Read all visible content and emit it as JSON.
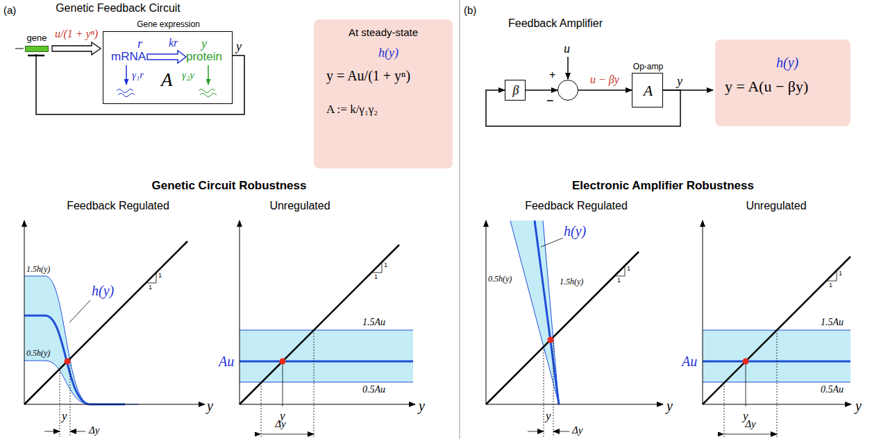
{
  "diagram": {
    "nodes": [
      {
        "text": [
          "gene"
        ]
      },
      {
        "text": [
          "Gene expression",
          "A"
        ]
      },
      {
        "text": [
          "At steady-state",
          "h(y)",
          "y = Au/(1 + yⁿ)",
          "A := k/γ₁γ₂"
        ]
      },
      {
        "text": [
          "β"
        ]
      },
      {
        "text": [
          "+",
          "−"
        ]
      },
      {
        "text": [
          "Op-amp",
          "A"
        ]
      },
      {
        "text": [
          "h(y)",
          "y = A(u − βy)"
        ]
      }
    ],
    "edges": [
      {
        "from": 0,
        "to": 1,
        "arrow": "to",
        "label": "u/(1 + yⁿ)"
      },
      {
        "from": 1,
        "to": 0,
        "arrow": "none"
      },
      {
        "from": 3,
        "to": 4,
        "arrow": "to"
      },
      {
        "from": 4,
        "to": 5,
        "arrow": "to",
        "label": "u − βy"
      },
      {
        "from": 5,
        "to": 3,
        "arrow": "to"
      }
    ],
    "labels": [
      "(a)",
      "Genetic Feedback Circuit",
      "r",
      "mRNA",
      "kr",
      "y",
      "protein",
      "γ₁r",
      "γ₂y",
      "y",
      "(b)",
      "Feedback Amplifier",
      "u",
      "y",
      "Genetic Circuit Robustness",
      "Electronic Amplifier Robustness",
      "Feedback Regulated",
      "Unregulated",
      "Feedback Regulated",
      "Unregulated",
      "1.5h(y)",
      "h(y)",
      "0.5h(y)",
      "1",
      "1",
      "y",
      "y",
      "Δy",
      "1.5Au",
      "Au",
      "0.5Au",
      "1",
      "1",
      "y",
      "y",
      "Δy",
      "h(y)",
      "1.5h(y)",
      "0.5h(y)",
      "1",
      "1",
      "y",
      "y",
      "Δy",
      "1.5Au",
      "Au",
      "0.5Au",
      "1",
      "1",
      "y",
      "y",
      "Δy"
    ]
  }
}
